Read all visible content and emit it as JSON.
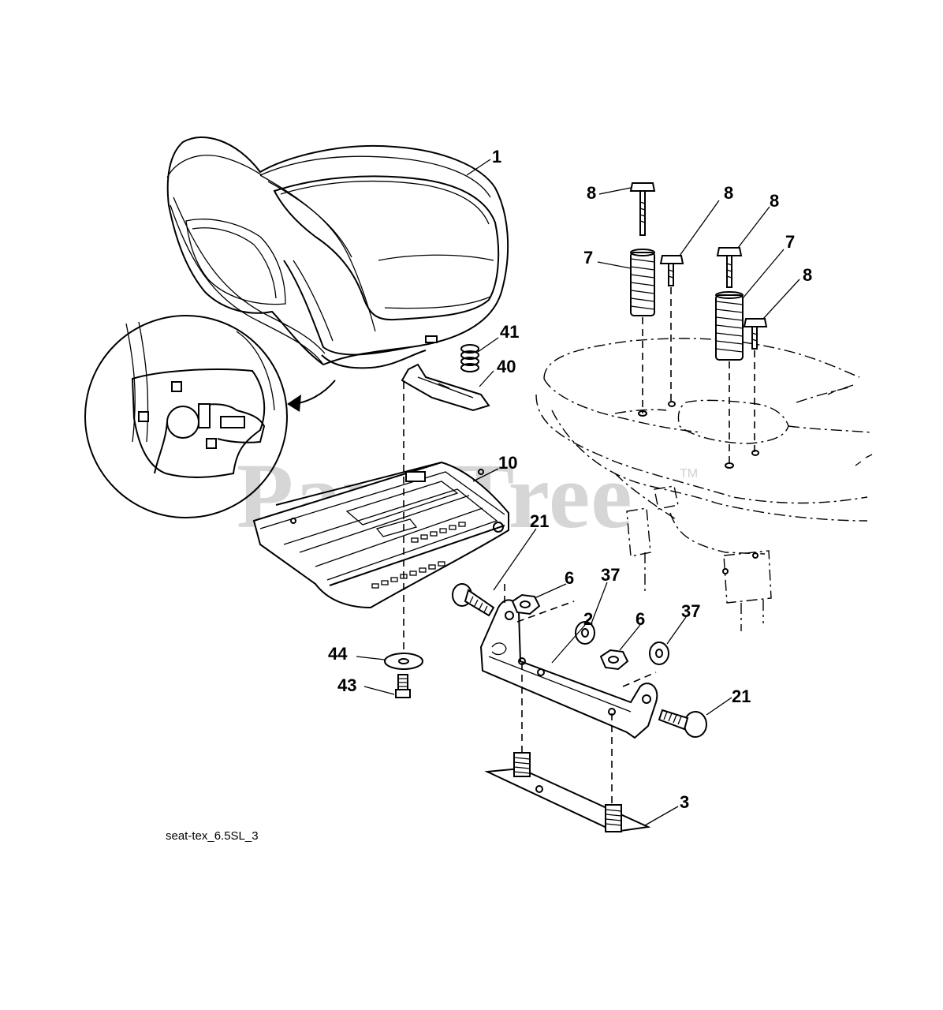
{
  "watermark": {
    "text": "PartsTree",
    "trademark": "TM"
  },
  "caption": "seat-tex_6.5SL_3",
  "callouts": {
    "c1": "1",
    "c8a": "8",
    "c8b": "8",
    "c8c": "8",
    "c8d": "8",
    "c7a": "7",
    "c7b": "7",
    "c41": "41",
    "c40": "40",
    "c10": "10",
    "c21a": "21",
    "c6a": "6",
    "c37a": "37",
    "c6b": "6",
    "c37b": "37",
    "c2": "2",
    "c21b": "21",
    "c44": "44",
    "c43": "43",
    "c3": "3"
  },
  "colors": {
    "line": "#000000",
    "background": "#ffffff",
    "watermark": "#d6d6d6"
  }
}
